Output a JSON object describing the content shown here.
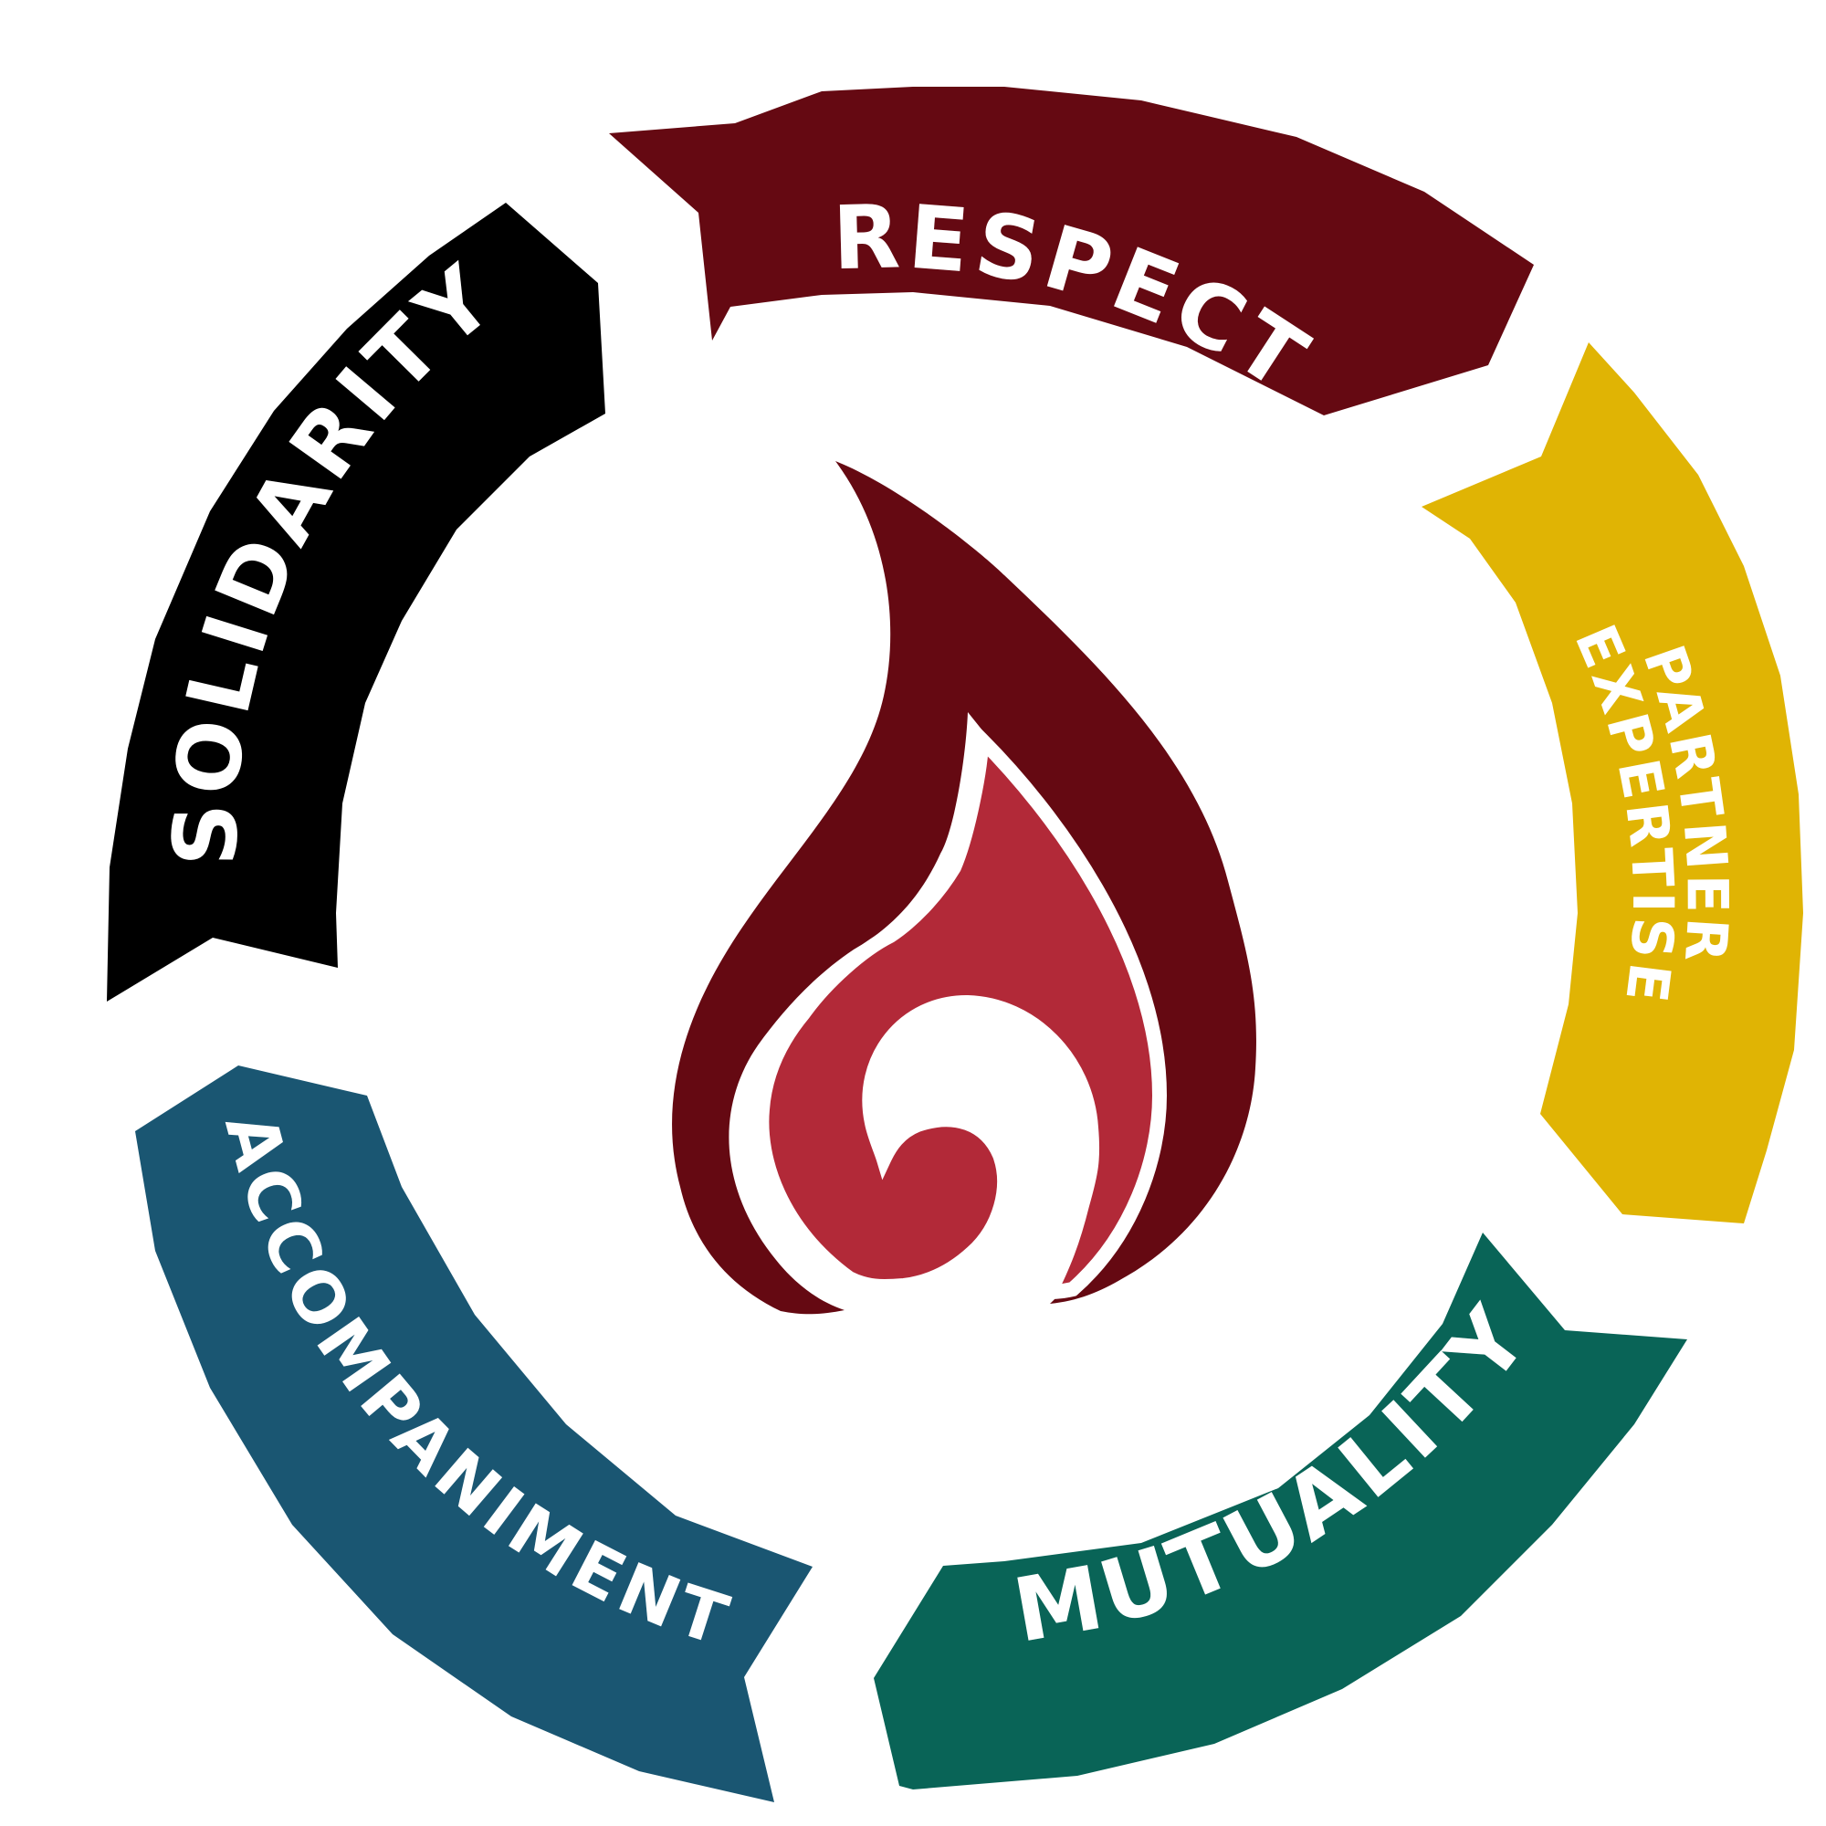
{
  "values_wheel": {
    "segments": [
      {
        "id": "respect",
        "label": "RESPECT",
        "color": "#650912"
      },
      {
        "id": "partner_expertise",
        "label_line1": "PARTNER",
        "label_line2": "EXPERTISE",
        "color": "#E0B404"
      },
      {
        "id": "mutuality",
        "label": "MUTUALITY",
        "color": "#096457"
      },
      {
        "id": "accompaniment",
        "label": "ACCOMPANIMENT",
        "color": "#1A5672"
      },
      {
        "id": "solidarity",
        "label": "SOLIDARITY",
        "color": "#000000"
      }
    ]
  },
  "center_logo": {
    "name": "flame-icon",
    "outer_color": "#650912",
    "inner_color": "#B22938",
    "outline_color": "#FFFFFF"
  }
}
